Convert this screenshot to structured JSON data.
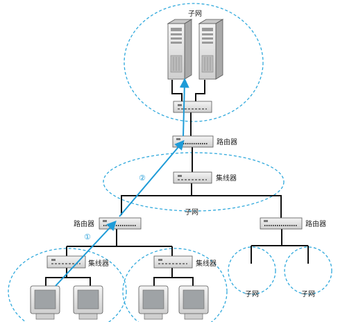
{
  "labels": {
    "subnet_top": "子网",
    "router_top": "路由器",
    "hub_mid": "集线器",
    "subnet_mid": "子网",
    "router_left": "路由器",
    "router_right": "路由器",
    "hub_left": "集线器",
    "hub_center": "集线器",
    "subnet_right_1": "子网",
    "subnet_right_2": "子网"
  },
  "steps": {
    "step1": "①",
    "step2": "②"
  },
  "colors": {
    "subnet_outline": "#2ea8dc",
    "path_arrow": "#1e9bd7",
    "cable": "#111111",
    "device_body": "#e4e4e4",
    "device_outline": "#555555"
  }
}
